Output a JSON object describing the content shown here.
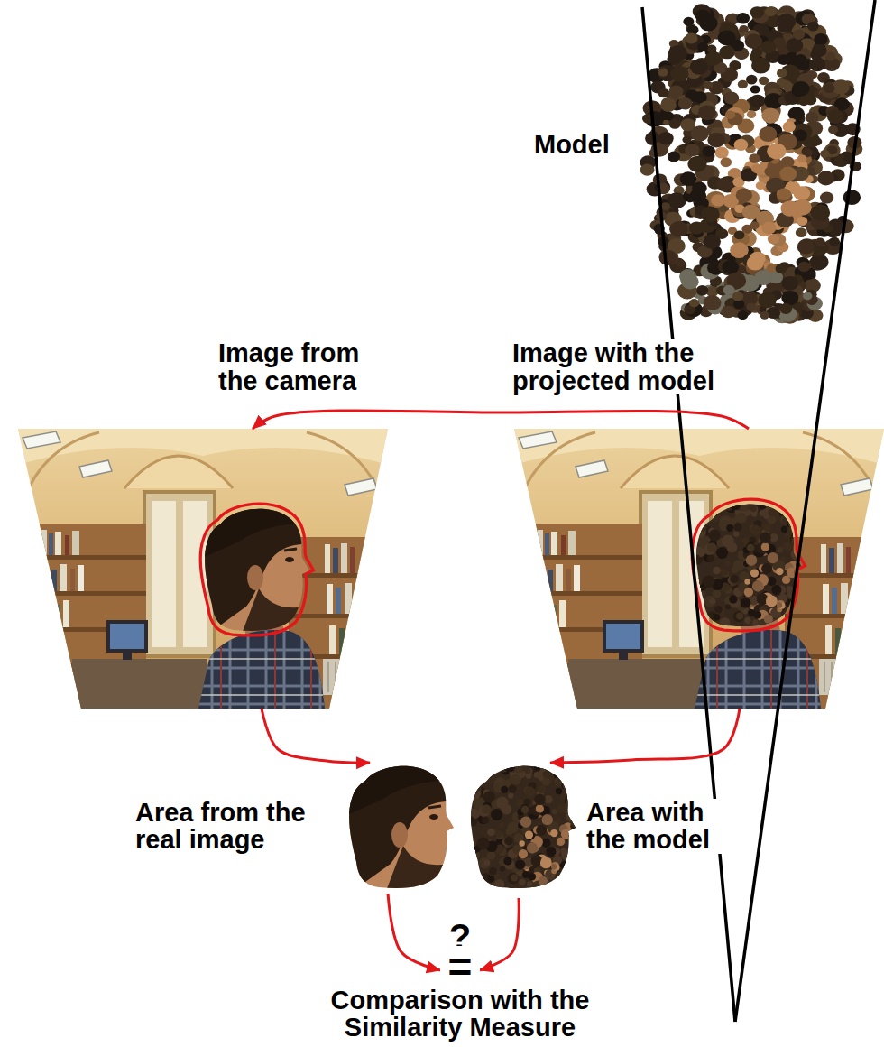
{
  "diagram": {
    "nodes": [
      {
        "text": [
          "Model"
        ]
      },
      {
        "text": [
          "Image from the camera"
        ]
      },
      {
        "text": [
          "Image with the projected model"
        ]
      },
      {
        "text": [
          "Area from the real image"
        ]
      },
      {
        "text": [
          "Area with the model"
        ]
      },
      {
        "text": [
          "?",
          "=",
          "Comparison with the Similarity Measure"
        ]
      }
    ],
    "edges": [
      {
        "from": 2,
        "to": 1,
        "arrow": "to"
      },
      {
        "from": 1,
        "to": 3,
        "arrow": "to"
      },
      {
        "from": 2,
        "to": 4,
        "arrow": "to"
      },
      {
        "from": 3,
        "to": 5,
        "arrow": "to"
      },
      {
        "from": 4,
        "to": 5,
        "arrow": "to"
      }
    ]
  }
}
